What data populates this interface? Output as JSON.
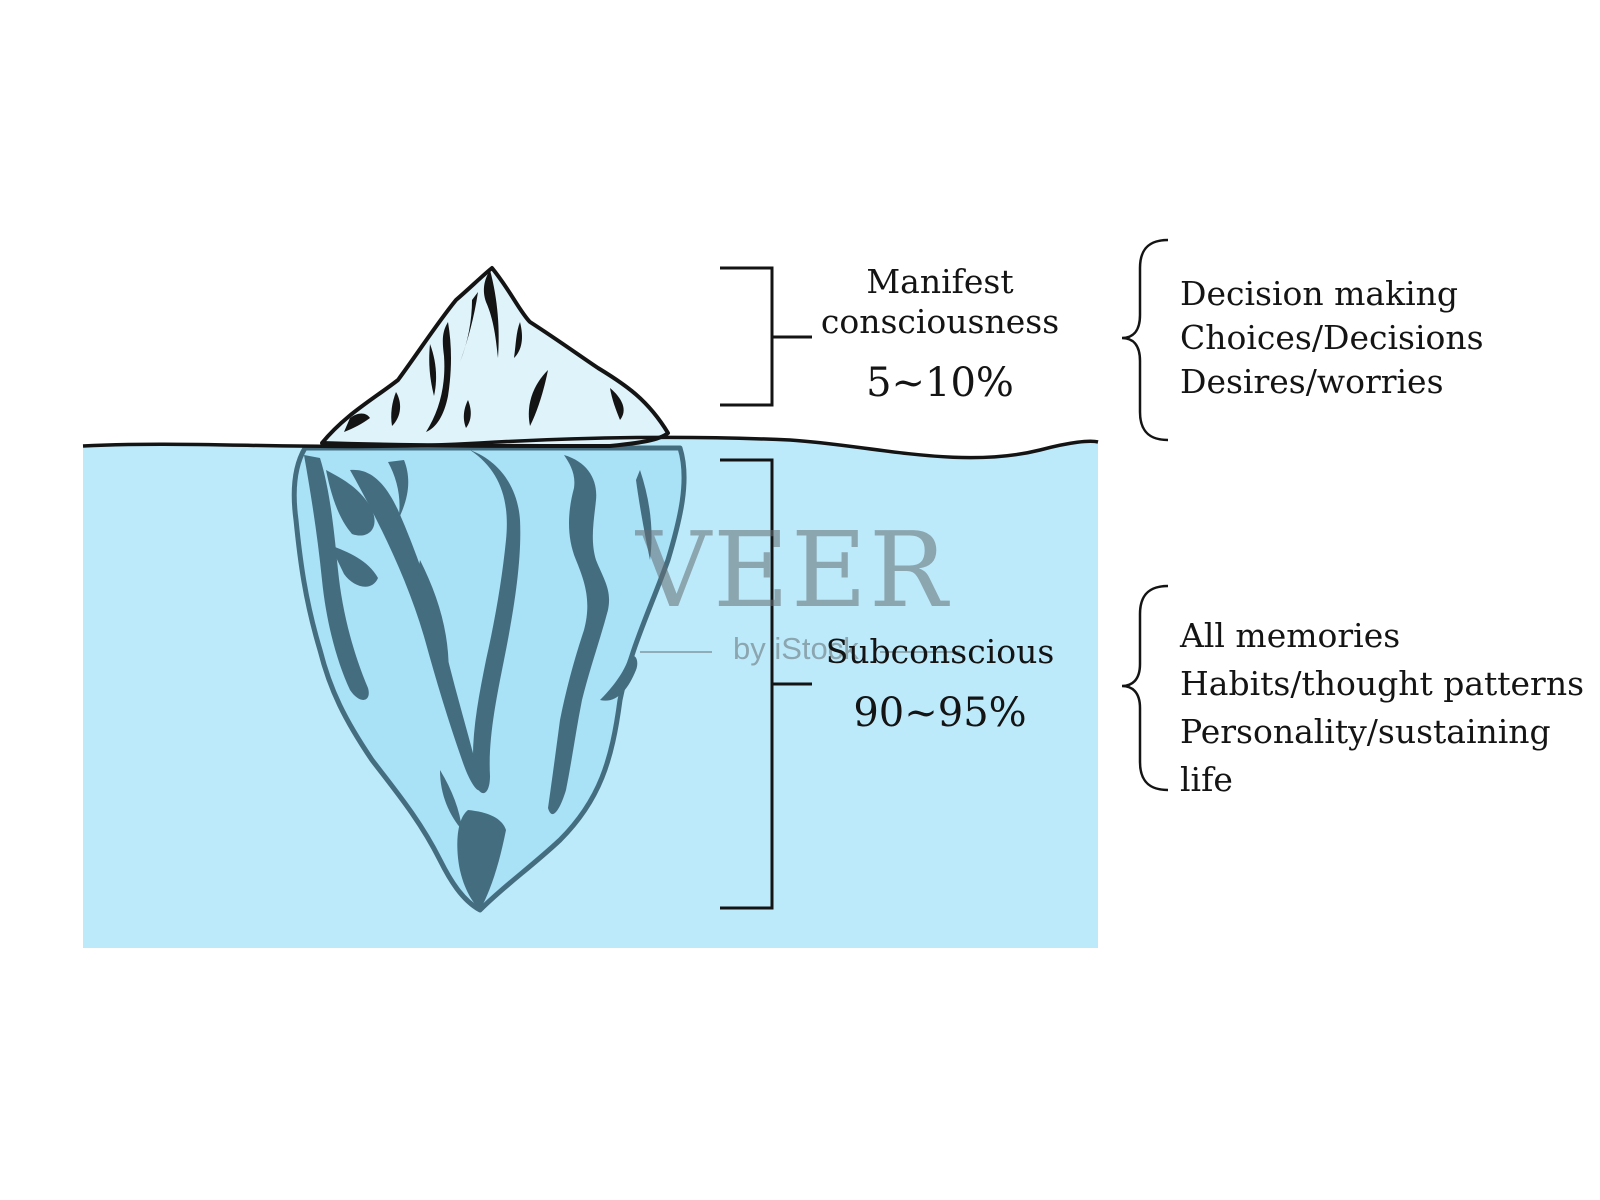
{
  "manifest": {
    "title_line1": "Manifest",
    "title_line2": "consciousness",
    "percent": "5~10%",
    "items": [
      "Decision making",
      "Choices/Decisions",
      "Desires/worries"
    ]
  },
  "subconscious": {
    "title": "Subconscious",
    "percent": "90~95%",
    "items": [
      "All memories",
      "Habits/thought patterns",
      "Personality/sustaining life"
    ]
  },
  "watermark": {
    "main": "VEER",
    "sub": "by iStock"
  },
  "colors": {
    "water": "#bdeafb",
    "ice_above": "#dff3fa",
    "ice_below": "#a9e1f6",
    "crevasse_below": "#446d80",
    "outline": "#141414"
  }
}
